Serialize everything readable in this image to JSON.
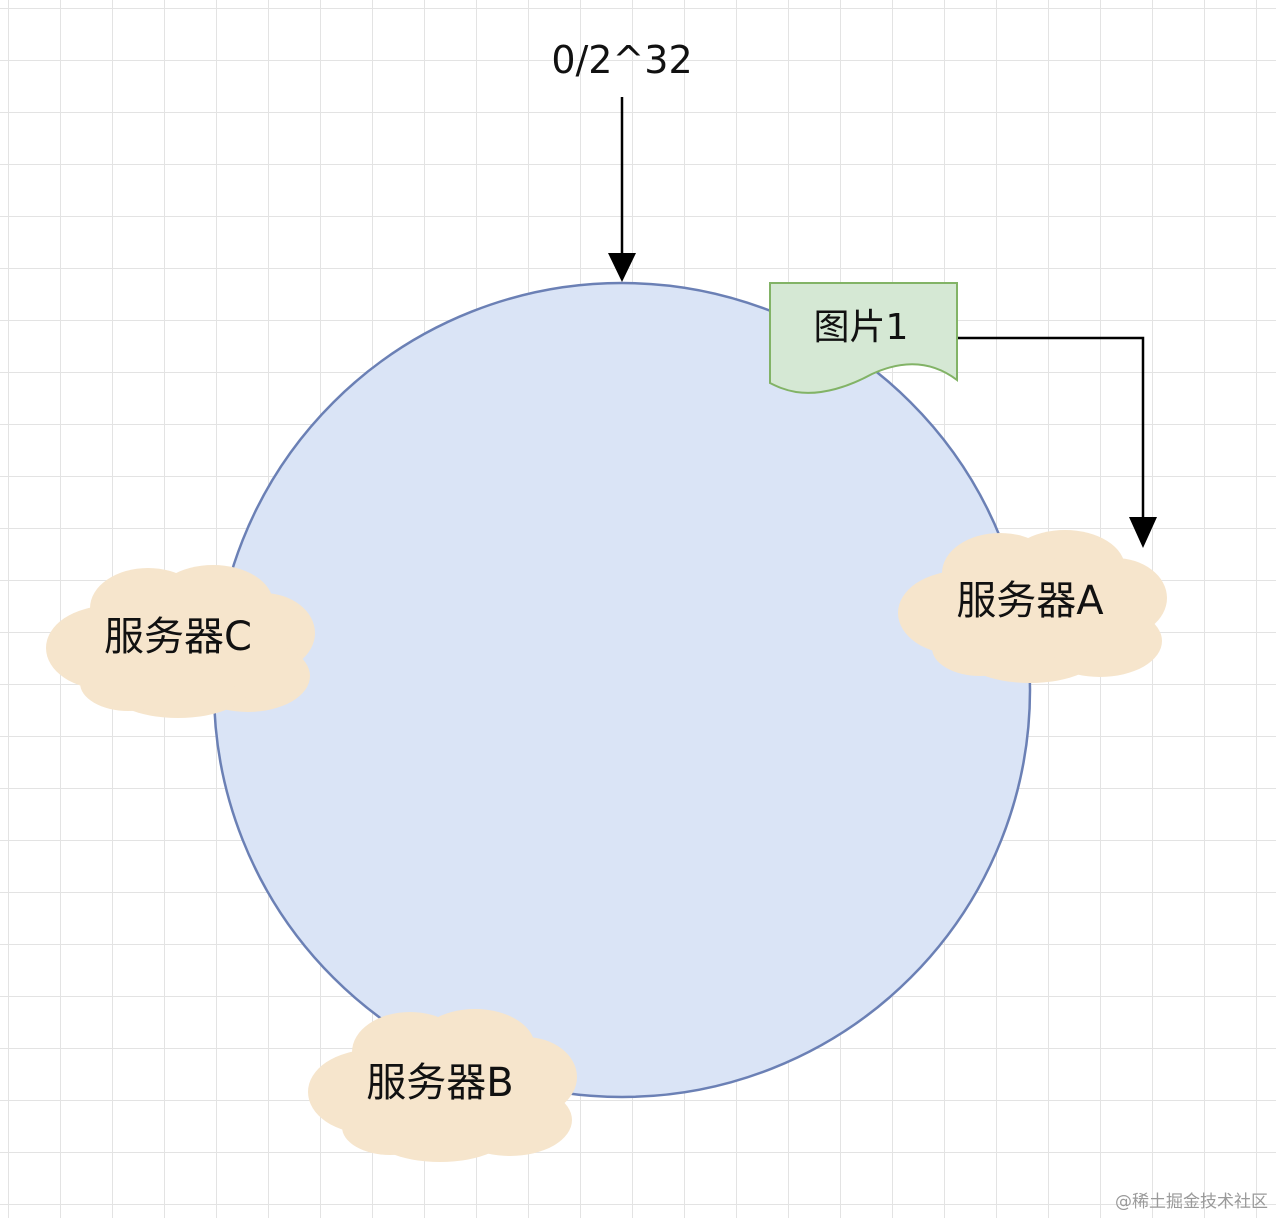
{
  "ring": {
    "label": "0/2^32",
    "fill_color": "#dae4f6",
    "stroke_color": "#6b80b5"
  },
  "document": {
    "label": "图片1",
    "fill_color": "#d5e8d4",
    "stroke_color": "#82b366"
  },
  "servers": [
    {
      "id": "a",
      "label": "服务器A"
    },
    {
      "id": "b",
      "label": "服务器B"
    },
    {
      "id": "c",
      "label": "服务器C"
    }
  ],
  "cloud_fill_color": "#f6e5cc",
  "arrow_color": "#000000",
  "watermark": "@稀土掘金技术社区"
}
